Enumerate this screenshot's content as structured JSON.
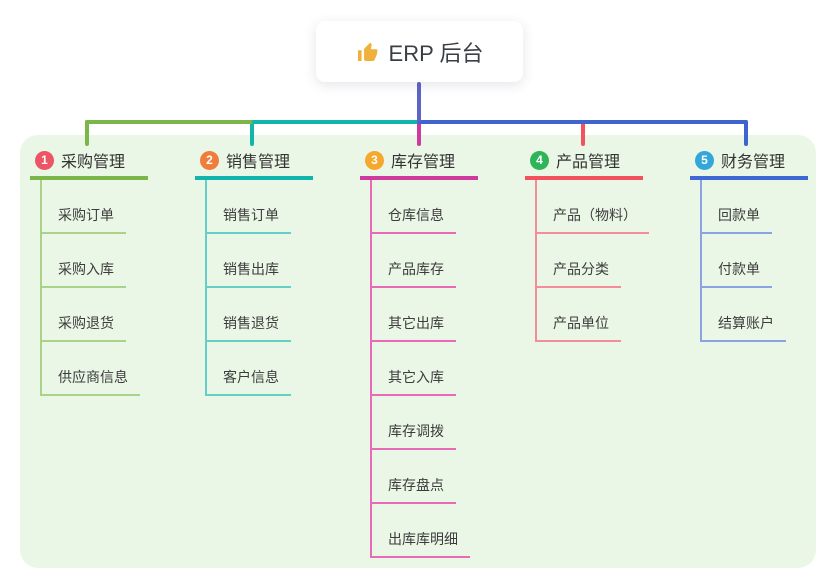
{
  "root": {
    "label": "ERP 后台",
    "icon": "thumbs-up-icon",
    "icon_color": "#f0b13b",
    "trunk_line_color": "#5c64c8"
  },
  "connectors": {
    "left_segment_color": "#7ab648",
    "middle_segment_color": "#12b5ab",
    "right_segment_color": "#4064cf"
  },
  "panel_background": "#ebf7e6",
  "branches": [
    {
      "number": "1",
      "label": "采购管理",
      "badge_color": "#ec5565",
      "line_color": "#7ab648",
      "child_line_color": "#a9d389",
      "children": [
        "采购订单",
        "采购入库",
        "采购退货",
        "供应商信息"
      ]
    },
    {
      "number": "2",
      "label": "销售管理",
      "badge_color": "#ef7d3b",
      "line_color": "#12b5ab",
      "child_line_color": "#66cfc5",
      "children": [
        "销售订单",
        "销售出库",
        "销售退货",
        "客户信息"
      ]
    },
    {
      "number": "3",
      "label": "库存管理",
      "badge_color": "#f5a82c",
      "line_color": "#ce3a9e",
      "child_line_color": "#e96bb8",
      "children": [
        "仓库信息",
        "产品库存",
        "其它出库",
        "其它入库",
        "库存调拨",
        "库存盘点",
        "出库库明细"
      ]
    },
    {
      "number": "4",
      "label": "产品管理",
      "badge_color": "#30b45a",
      "line_color": "#f4515f",
      "child_line_color": "#f58d98",
      "children": [
        "产品（物料）",
        "产品分类",
        "产品单位"
      ]
    },
    {
      "number": "5",
      "label": "财务管理",
      "badge_color": "#33a6da",
      "line_color": "#3e68d4",
      "child_line_color": "#8ba3e2",
      "children": [
        "回款单",
        "付款单",
        "结算账户"
      ]
    }
  ]
}
